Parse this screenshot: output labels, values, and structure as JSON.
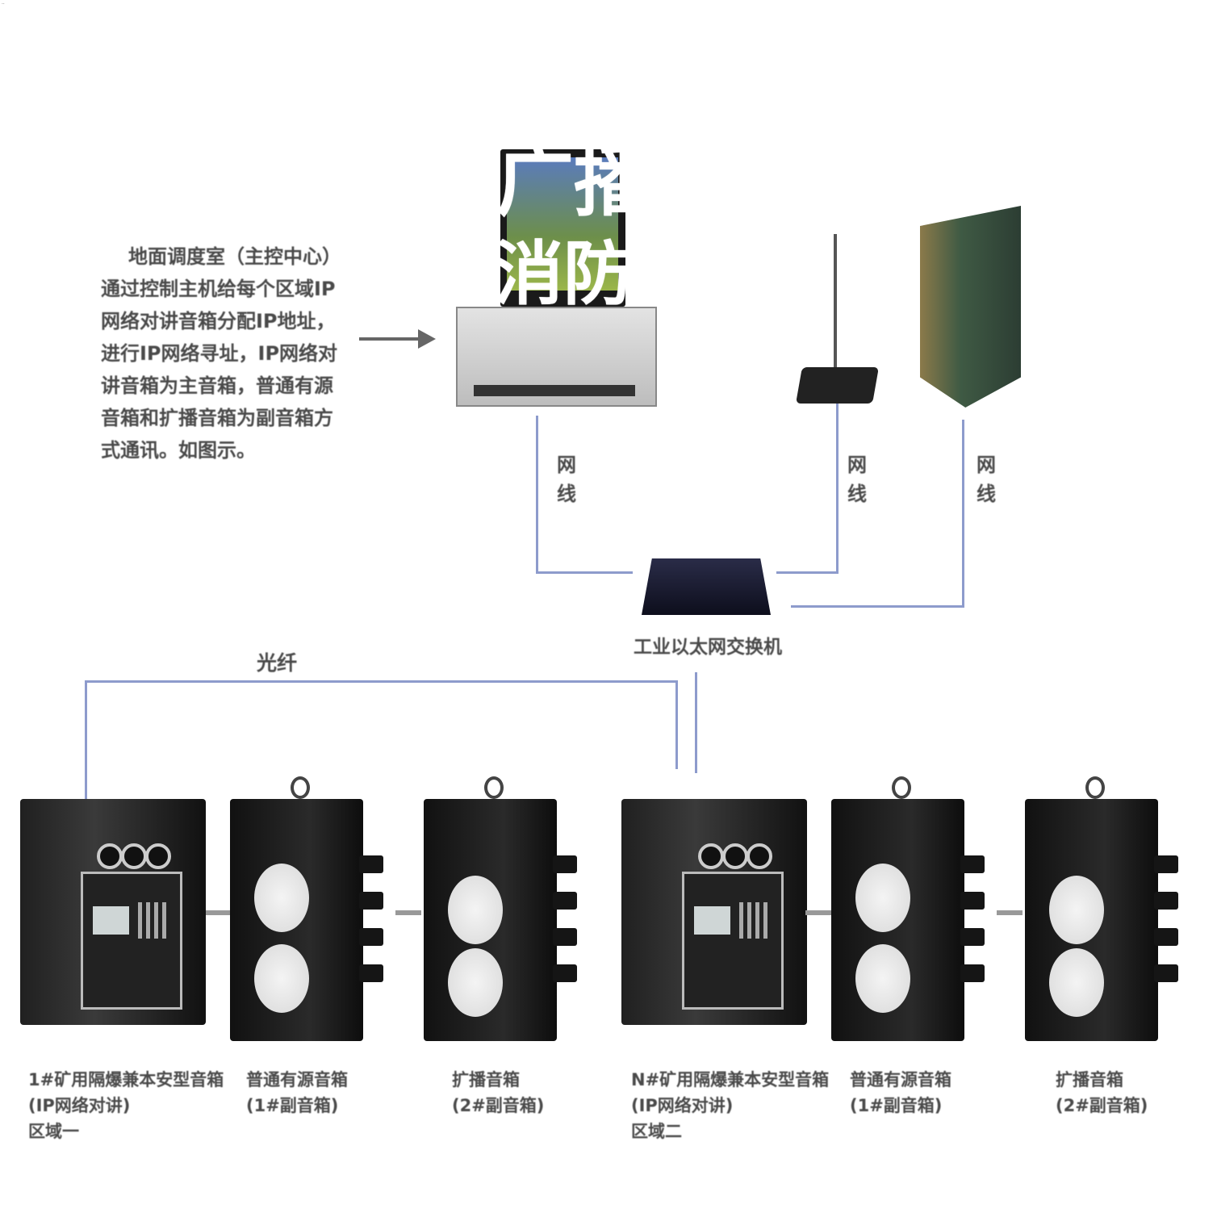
{
  "corner_mark": "..",
  "watermark": {
    "line1": "广播系统",
    "line2": "山东消防广播"
  },
  "description": "地面调度室（主控中心）通过控制主机给每个区域IP网络对讲音箱分配IP地址，进行IP网络寻址，IP网络对讲音箱为主音箱，普通有源音箱和扩播音箱为副音箱方式通讯。如图示。",
  "cable_labels": [
    "网线",
    "网线",
    "网线"
  ],
  "switch_label": "工业以太网交换机",
  "fiber_label": "光纤",
  "devices": [
    {
      "name": "1#矿用隔爆兼本安型音箱",
      "sub": "(IP网络对讲)",
      "zone": "区域一"
    },
    {
      "name": "普通有源音箱",
      "sub": "(1#副音箱)"
    },
    {
      "name": "扩播音箱",
      "sub": "(2#副音箱)"
    },
    {
      "name": "N#矿用隔爆兼本安型音箱",
      "sub": "(IP网络对讲)",
      "zone": "区域二"
    },
    {
      "name": "普通有源音箱",
      "sub": "(1#副音箱)"
    },
    {
      "name": "扩播音箱",
      "sub": "(2#副音箱)"
    }
  ]
}
